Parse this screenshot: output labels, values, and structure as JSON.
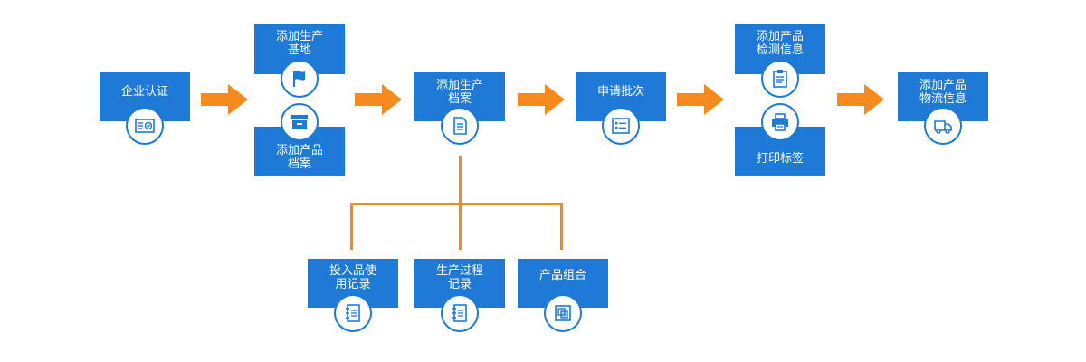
{
  "colors": {
    "box": "#1e7ad6",
    "arrow": "#f68a1f",
    "connector": "#f68a1f",
    "badge_bg": "#ffffff"
  },
  "steps": {
    "enterprise_cert": {
      "lines": [
        "企业认证"
      ],
      "icon": "certificate-check-icon"
    },
    "add_base": {
      "lines": [
        "添加生产",
        "基地"
      ],
      "icon": "flag-icon"
    },
    "add_product_archive": {
      "lines": [
        "添加产品",
        "档案"
      ],
      "icon": "archive-box-icon"
    },
    "add_production_archive": {
      "lines": [
        "添加生产",
        "档案"
      ],
      "icon": "document-icon"
    },
    "apply_batch": {
      "lines": [
        "申请批次"
      ],
      "icon": "list-form-icon"
    },
    "add_inspection": {
      "lines": [
        "添加产品",
        "检测信息"
      ],
      "icon": "clipboard-icon"
    },
    "print_label": {
      "lines": [
        "打印标签"
      ],
      "icon": "printer-icon"
    },
    "add_logistics": {
      "lines": [
        "添加产品",
        "物流信息"
      ],
      "icon": "truck-icon"
    },
    "input_usage": {
      "lines": [
        "投入品使",
        "用记录"
      ],
      "icon": "notebook-icon"
    },
    "production_record": {
      "lines": [
        "生产过程",
        "记录"
      ],
      "icon": "notebook-icon"
    },
    "product_combo": {
      "lines": [
        "产品组合"
      ],
      "icon": "overlap-squares-icon"
    }
  }
}
